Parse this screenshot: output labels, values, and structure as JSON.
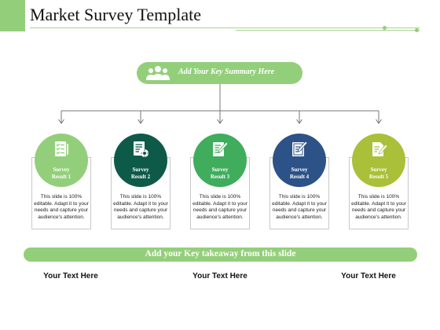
{
  "title": "Market Survey Template",
  "summary": {
    "text": "Add Your Key Summary Here",
    "icon": "people-group-icon"
  },
  "results": [
    {
      "label_line1": "Survey",
      "label_line2": "Result 1",
      "color": "#93cf7a",
      "icon": "checklist-icon",
      "text": "This slide is 100% editable. Adapt it to your needs and capture your audience's attention."
    },
    {
      "label_line1": "Survey",
      "label_line2": "Result 2",
      "color": "#0e5a49",
      "icon": "document-gear-icon",
      "text": "This slide is 100% editable. Adapt it to your needs and capture your audience's attention."
    },
    {
      "label_line1": "Survey",
      "label_line2": "Result 3",
      "color": "#3fad5c",
      "icon": "document-pen-icon",
      "text": "This slide is 100% editable. Adapt it to your needs and capture your audience's attention."
    },
    {
      "label_line1": "Survey",
      "label_line2": "Result 4",
      "color": "#2d5287",
      "icon": "clipboard-pen-icon",
      "text": "This slide is 100% editable. Adapt it to your needs and capture your audience's attention."
    },
    {
      "label_line1": "Survey",
      "label_line2": "Result 5",
      "color": "#a9c038",
      "icon": "document-edit-icon",
      "text": "This slide is 100% editable. Adapt it to your needs and capture your audience's attention."
    }
  ],
  "takeaway": "Add your Key takeaway from this slide",
  "footer": [
    "Your Text Here",
    "Your Text Here",
    "Your Text Here"
  ],
  "colors": {
    "accent": "#93cf7a",
    "connector": "#777777"
  }
}
